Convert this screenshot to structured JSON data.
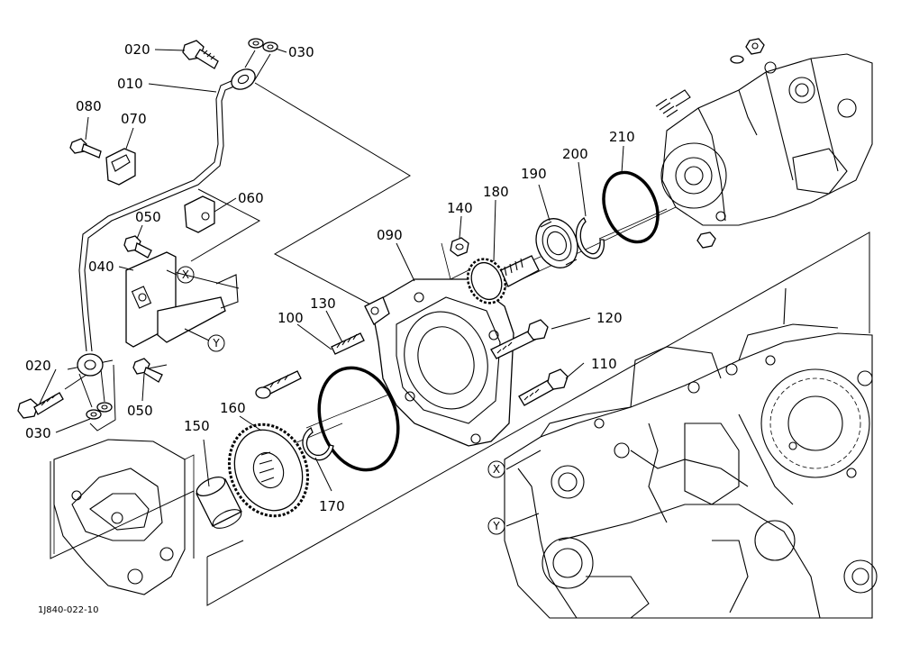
{
  "figure": {
    "reference_id": "1J840-022-10"
  },
  "labels": {
    "p010": "010",
    "p020_top": "020",
    "p020_bottom": "020",
    "p030_top": "030",
    "p030_bottom": "030",
    "p040": "040",
    "p050_top": "050",
    "p050_bottom": "050",
    "p060": "060",
    "p070": "070",
    "p080": "080",
    "p090": "090",
    "p100": "100",
    "p110": "110",
    "p120": "120",
    "p130": "130",
    "p140": "140",
    "p150": "150",
    "p160": "160",
    "p170": "170",
    "p180": "180",
    "p190": "190",
    "p200": "200",
    "p210": "210"
  },
  "markers": {
    "x_bracket": "X",
    "y_bracket": "Y",
    "x_case": "X",
    "y_case": "Y"
  }
}
